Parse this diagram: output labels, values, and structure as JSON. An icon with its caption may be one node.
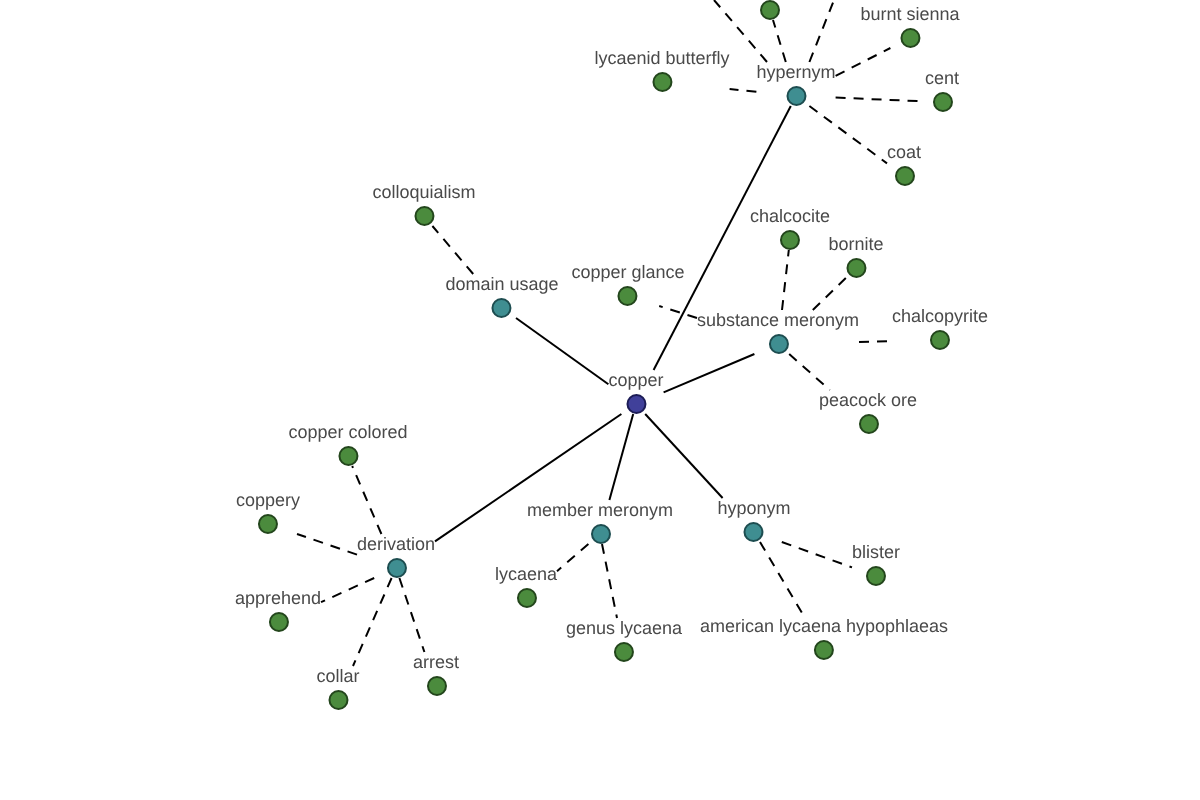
{
  "diagram": {
    "nodes": [
      {
        "text": [],
        "shape": "circle"
      },
      {
        "text": [
          "burnt sienna"
        ]
      },
      {
        "text": [
          "lycaenid butterfly"
        ]
      },
      {
        "text": [
          "hypernym"
        ]
      },
      {
        "text": [
          "cent"
        ]
      },
      {
        "text": [
          "coat"
        ]
      },
      {
        "text": [
          "colloquialism"
        ]
      },
      {
        "text": [
          "chalcocite"
        ]
      },
      {
        "text": [
          "bornite"
        ]
      },
      {
        "text": [
          "copper glance"
        ]
      },
      {
        "text": [
          "domain usage"
        ]
      },
      {
        "text": [
          "substance meronym"
        ]
      },
      {
        "text": [
          "chalcopyrite"
        ]
      },
      {
        "text": [
          "copper"
        ]
      },
      {
        "text": [
          "peacock ore"
        ]
      },
      {
        "text": [
          "copper colored"
        ]
      },
      {
        "text": [
          "coppery"
        ]
      },
      {
        "text": [
          "member meronym"
        ]
      },
      {
        "text": [
          "hyponym"
        ]
      },
      {
        "text": [
          "derivation"
        ]
      },
      {
        "text": [
          "blister"
        ]
      },
      {
        "text": [
          "lycaena"
        ]
      },
      {
        "text": [
          "apprehend"
        ]
      },
      {
        "text": [
          "genus lycaena"
        ]
      },
      {
        "text": [
          "american lycaena hypophlaeas"
        ]
      },
      {
        "text": [
          "arrest"
        ]
      },
      {
        "text": [
          "collar"
        ]
      }
    ],
    "edges": [
      {
        "from": 13,
        "to": 3,
        "arrow": "none"
      },
      {
        "from": 13,
        "to": 10,
        "arrow": "none"
      },
      {
        "from": 13,
        "to": 11,
        "arrow": "none"
      },
      {
        "from": 13,
        "to": 19,
        "arrow": "none"
      },
      {
        "from": 13,
        "to": 17,
        "arrow": "none"
      },
      {
        "from": 13,
        "to": 18,
        "arrow": "none"
      },
      {
        "from": 3,
        "to": 0,
        "arrow": "none",
        "style": "dashed"
      },
      {
        "from": 3,
        "to": 1,
        "arrow": "none",
        "style": "dashed"
      },
      {
        "from": 3,
        "to": 2,
        "arrow": "none",
        "style": "dashed"
      },
      {
        "from": 3,
        "to": 4,
        "arrow": "none",
        "style": "dashed"
      },
      {
        "from": 3,
        "to": 5,
        "arrow": "none",
        "style": "dashed"
      },
      {
        "from": 3,
        "to": null,
        "arrow": "none",
        "style": "dashed"
      },
      {
        "from": 3,
        "to": null,
        "arrow": "none",
        "style": "dashed"
      },
      {
        "from": 10,
        "to": 6,
        "arrow": "none",
        "style": "dashed"
      },
      {
        "from": 11,
        "to": 7,
        "arrow": "none",
        "style": "dashed"
      },
      {
        "from": 11,
        "to": 8,
        "arrow": "none",
        "style": "dashed"
      },
      {
        "from": 11,
        "to": 9,
        "arrow": "none",
        "style": "dashed"
      },
      {
        "from": 11,
        "to": 12,
        "arrow": "none",
        "style": "dashed"
      },
      {
        "from": 11,
        "to": 14,
        "arrow": "none",
        "style": "dashed"
      },
      {
        "from": 19,
        "to": 15,
        "arrow": "none",
        "style": "dashed"
      },
      {
        "from": 19,
        "to": 16,
        "arrow": "none",
        "style": "dashed"
      },
      {
        "from": 19,
        "to": 22,
        "arrow": "none",
        "style": "dashed"
      },
      {
        "from": 19,
        "to": 26,
        "arrow": "none",
        "style": "dashed"
      },
      {
        "from": 19,
        "to": 25,
        "arrow": "none",
        "style": "dashed"
      },
      {
        "from": 17,
        "to": 21,
        "arrow": "none",
        "style": "dashed"
      },
      {
        "from": 17,
        "to": 23,
        "arrow": "none",
        "style": "dashed"
      },
      {
        "from": 18,
        "to": 24,
        "arrow": "none",
        "style": "dashed"
      },
      {
        "from": 18,
        "to": 20,
        "arrow": "none",
        "style": "dashed"
      }
    ]
  }
}
